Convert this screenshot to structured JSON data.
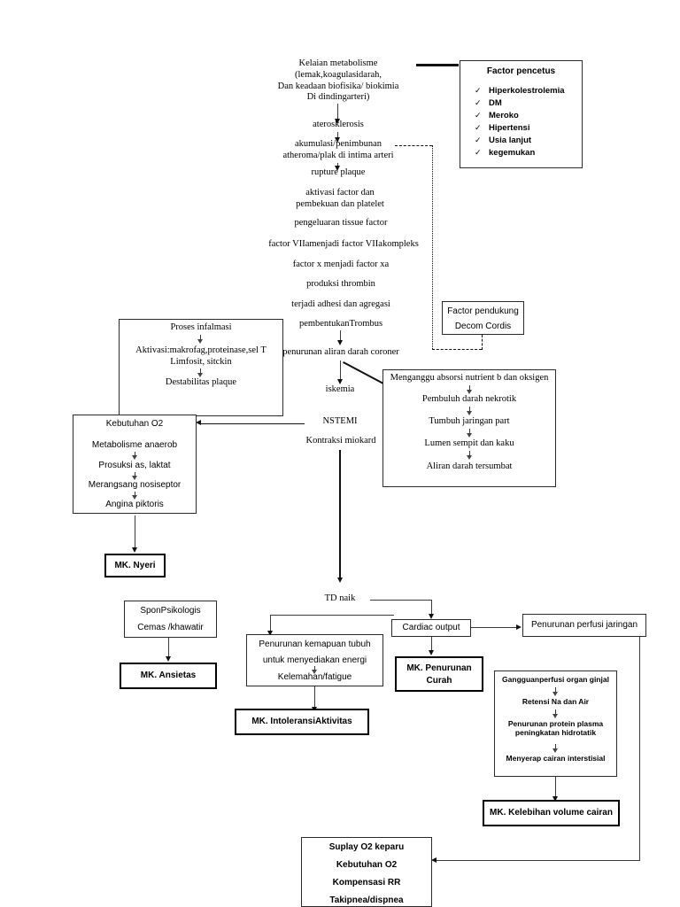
{
  "title": "Pathway NSTEMI / Acute Coronary Syndrome Flowchart",
  "pathway": {
    "start": "Kelaian metabolisme\n(lemak,koagulasidarah,\nDan keadaan biofisika/ biokimia\nDi dindingarteri)",
    "steps": [
      "aterosklerosis",
      "akumulasi/penimbunan\natheroma/plak di intima arteri",
      "rupture plaque",
      "aktivasi factor dan\npembekuan dan platelet",
      "pengeluaran tissue factor",
      "factor VIIamenjadi factor VIIakompleks",
      "factor x menjadi factor xa",
      "produksi thrombin",
      "terjadi adhesi dan agregasi",
      "pembentukanTrombus",
      "penurunan aliran darah coroner",
      "iskemia",
      "NSTEMI",
      "Kontraksi miokard"
    ]
  },
  "factor_pencetus": {
    "title": "Factor pencetus",
    "check_glyph": "✓",
    "items": [
      "Hiperkolestrolemia",
      "DM",
      "Meroko",
      "Hipertensi",
      "Usia lanjut",
      "kegemukan"
    ]
  },
  "factor_pendukung": {
    "line1": "Factor pendukung",
    "line2": "Decom Cordis"
  },
  "proses_inflamasi": {
    "line1": "Proses infalmasi",
    "line2": "Aktivasi:makrofag,proteinase,sel T\nLimfosit, sitckin",
    "line3": "Destabilitas plaque"
  },
  "kebutuhan_o2": {
    "line1": "Kebutuhan O2",
    "line2": "Metabolisme anaerob",
    "line3": "Prosuksi as, laktat",
    "line4": "Merangsang nosiseptor",
    "line5": "Angina piktoris"
  },
  "absorsi_box": {
    "line1": "Menganggu absorsi nutrient b dan oksigen",
    "line2": "Pembuluh darah nekrotik",
    "line3": "Tumbuh jaringan part",
    "line4": "Lumen sempit dan kaku",
    "line5": "Aliran darah tersumbat"
  },
  "td_naik": "TD naik",
  "cardiac_output": "Cardiac output",
  "psikologis": {
    "line1": "SponPsikologis",
    "line2": "Cemas /khawatir"
  },
  "energi_box": {
    "line1": "Penurunan kemapuan tubuh",
    "line2": "untuk menyediakan energi",
    "line3": "Kelemahan/fatigue"
  },
  "perfusi_jaringan": "Penurunan perfusi jaringan",
  "ginjal_box": {
    "line1": "Gangguanperfusi organ ginjal",
    "line2": "Retensi Na dan Air",
    "line3": "Penurunan protein plasma\npeningkatan hidrotatik",
    "line4": "Menyerap cairan interstisial"
  },
  "suplay_box": {
    "line1": "Suplay O2 keparu",
    "line2": "Kebutuhan O2",
    "line3": "Kompensasi RR",
    "line4": "Takipnea/dispnea"
  },
  "diagnoses": {
    "nyeri": "MK. Nyeri",
    "ansietas": "MK. Ansietas",
    "intoleransi": "MK. IntoleransiAktivitas",
    "penurunan_curah": "MK. Penurunan\nCurah",
    "kelebihan_volume": "MK. Kelebihan volume cairan"
  },
  "colors": {
    "stroke": "#000000",
    "thin_stroke": "#2a2a2a",
    "background": "#ffffff"
  }
}
